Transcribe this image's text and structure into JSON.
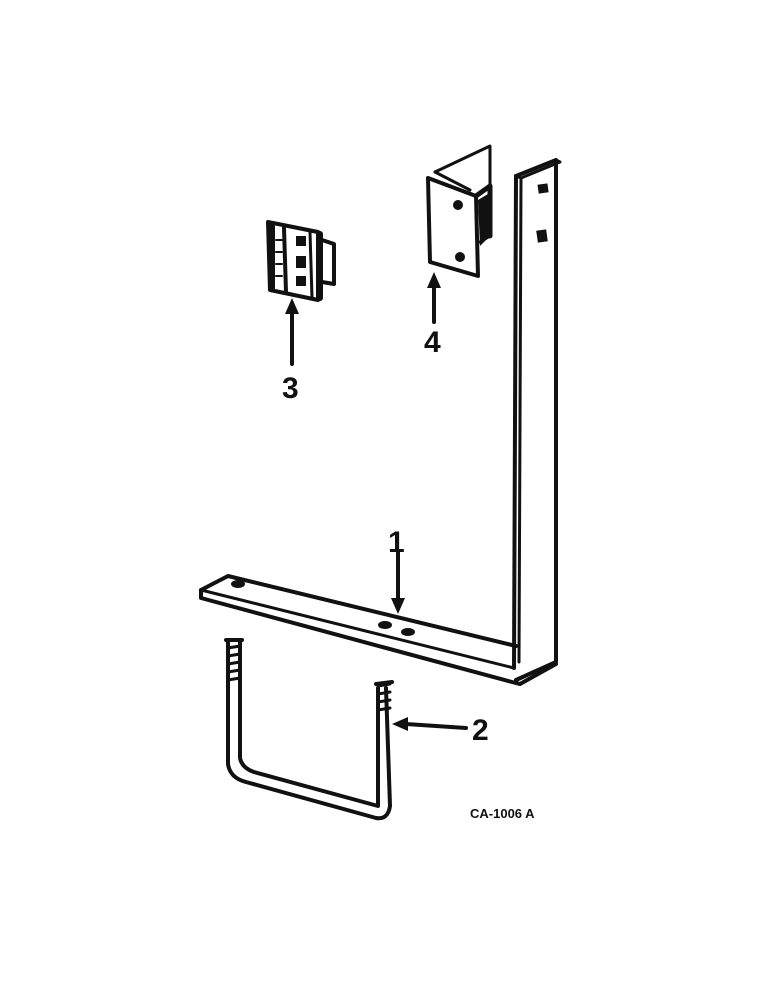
{
  "callouts": {
    "item_1": "1",
    "item_2": "2",
    "item_3": "3",
    "item_4": "4"
  },
  "reference_code": "CA-1006 A"
}
